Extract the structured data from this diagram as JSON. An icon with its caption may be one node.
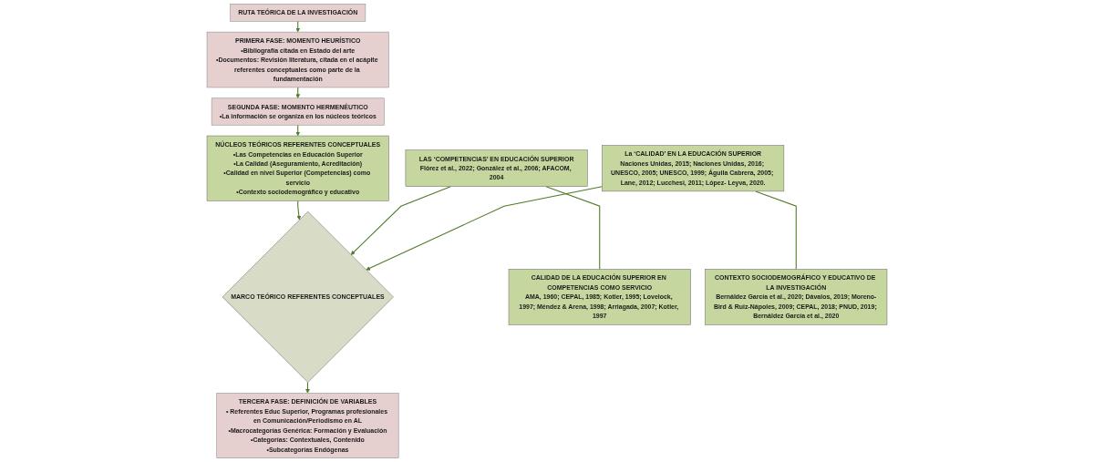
{
  "diagram": {
    "nodes": [
      {
        "text": [
          "RUTA TEÓRICA DE LA INVESTIGACIÓN"
        ]
      },
      {
        "text": [
          "PRIMERA FASE: MOMENTO HEURÍSTICO",
          "•Bibliografía citada en Estado del arte",
          "•Documentos: Revisión literatura, citada en el acápite referentes conceptuales como parte de la fundamentación"
        ]
      },
      {
        "text": [
          "SEGUNDA FASE: MOMENTO HERMENÉUTICO",
          "•La información se organiza en los núcleos teóricos"
        ]
      },
      {
        "text": [
          "NÚCLEOS TEÓRICOS REFERENTES CONCEPTUALES",
          "•Las Competencias en Educación Superior",
          "•La Calidad (Aseguramiento, Acreditación)",
          "•Calidad en nivel Superior (Competencias) como servicio",
          "•Contexto sociodemográfico y educativo"
        ]
      },
      {
        "text": [
          "MARCO TEÓRICO REFERENTES CONCEPTUALES"
        ]
      },
      {
        "text": [
          "TERCERA FASE: DEFINICIÓN DE VARIABLES",
          "• Referentes Educ Superior, Programas profesionales en Comunicación/Periodismo en AL",
          "•Macrocategorías Genérica: Formación y Evaluación",
          "•Categorías: Contextuales, Contenido",
          "•Subcategorías Endógenas"
        ]
      },
      {
        "text": [
          "LAS ‘COMPETENCIAS’ EN EDUCACIÓN SUPERIOR",
          "Flórez et al., 2022; González et al., 2006; AFACOM, 2004"
        ]
      },
      {
        "text": [
          "La ‘CALIDAD’ EN LA EDUCACIÓN SUPERIOR",
          "Naciones Unidas, 2015; Naciones Unidas, 2016; UNESCO, 2005; UNESCO, 1999; Águila Cabrera, 2005; Lane, 2012; Lucchesi, 2011; López- Leyva, 2020."
        ]
      },
      {
        "text": [
          "CALIDAD DE LA EDUCACIÓN SUPERIOR EN COMPETENCIAS COMO SERVICIO",
          "AMA, 1960; CEPAL, 1985; Kotler, 1995; Lovelock, 1997; Méndez & Arena, 1998; Arriagada, 2007; Kotler, 1997"
        ]
      },
      {
        "text": [
          "CONTEXTO SOCIODEMOGRÁFICO Y EDUCATIVO DE LA INVESTIGACIÓN",
          "Bernáldez García et al., 2020; Dávalos, 2019; Moreno-Bird & Ruiz-Nápoles, 2009; CEPAL, 2018; PNUD, 2019; Bernáldez García et al., 2020"
        ]
      }
    ],
    "edges": [
      {
        "from": 0,
        "to": 1,
        "arrow": "to"
      },
      {
        "from": 1,
        "to": 2,
        "arrow": "to"
      },
      {
        "from": 2,
        "to": 3,
        "arrow": "to"
      },
      {
        "from": 3,
        "to": 4,
        "arrow": "to"
      },
      {
        "from": 4,
        "to": 5,
        "arrow": "to"
      },
      {
        "from": 6,
        "to": 4,
        "arrow": "to"
      },
      {
        "from": 7,
        "to": 4,
        "arrow": "to"
      },
      {
        "from": 6,
        "to": 8,
        "arrow": "none"
      },
      {
        "from": 7,
        "to": 9,
        "arrow": "none"
      }
    ]
  }
}
